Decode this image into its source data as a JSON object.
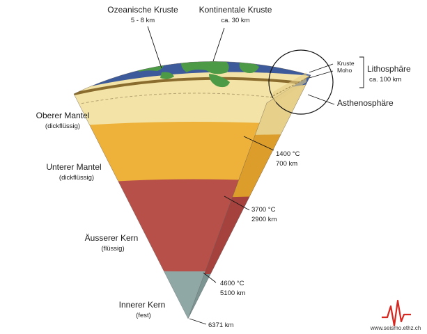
{
  "labels": {
    "oceanic_crust": {
      "name": "Ozeanische Kruste",
      "detail": "5 - 8 km"
    },
    "continental_crust": {
      "name": "Kontinentale Kruste",
      "detail": "ca. 30 km"
    },
    "upper_mantle": {
      "name": "Oberer Mantel",
      "detail": "(dickflüssig)"
    },
    "lower_mantle": {
      "name": "Unterer Mantel",
      "detail": "(dickflüssig)"
    },
    "outer_core": {
      "name": "Äusserer Kern",
      "detail": "(flüssig)"
    },
    "inner_core": {
      "name": "Innerer Kern",
      "detail": "(fest)"
    },
    "zoom_kruste": "Kruste",
    "zoom_moho": "Moho",
    "lithosphere": {
      "name": "Lithosphäre",
      "detail": "ca. 100 km"
    },
    "asthenosphere": "Asthenosphäre"
  },
  "boundaries": [
    {
      "temp": "1400 °C",
      "depth": "700 km"
    },
    {
      "temp": "3700 °C",
      "depth": "2900 km"
    },
    {
      "temp": "4600 °C",
      "depth": "5100 km"
    }
  ],
  "center_depth": "6371 km",
  "source": "www.seismo.ethz.ch",
  "colors": {
    "ocean": "#3d5a9a",
    "land": "#4c9a45",
    "crust_edge": "#8a6d2e",
    "upper_mantle": "#f3e3a6",
    "upper_mantle_side": "#e7d08a",
    "lower_mantle": "#eeb23a",
    "lower_mantle_side": "#dd9d2a",
    "outer_core": "#b8504a",
    "outer_core_side": "#a5423e",
    "inner_core": "#8fa8a6",
    "inner_core_side": "#7c9593",
    "logo": "#d6261f"
  }
}
